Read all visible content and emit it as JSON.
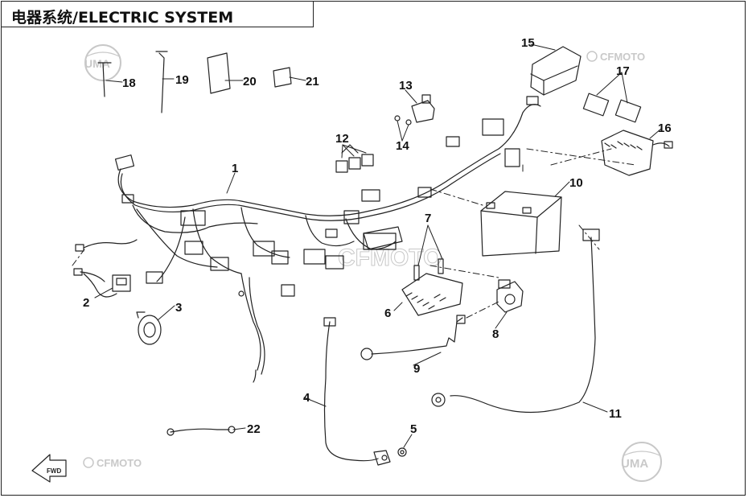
{
  "title": "电器系统/ELECTRIC SYSTEM",
  "watermarks": {
    "brand": "CFMOTO",
    "logo": "UMA",
    "fwd": "FWD"
  },
  "callouts": [
    "1",
    "2",
    "3",
    "4",
    "5",
    "6",
    "7",
    "8",
    "9",
    "10",
    "11",
    "12",
    "13",
    "14",
    "15",
    "16",
    "17",
    "18",
    "19",
    "20",
    "21",
    "22"
  ],
  "colors": {
    "line": "#222222",
    "watermark": "#c8c8c8",
    "background": "#ffffff"
  }
}
